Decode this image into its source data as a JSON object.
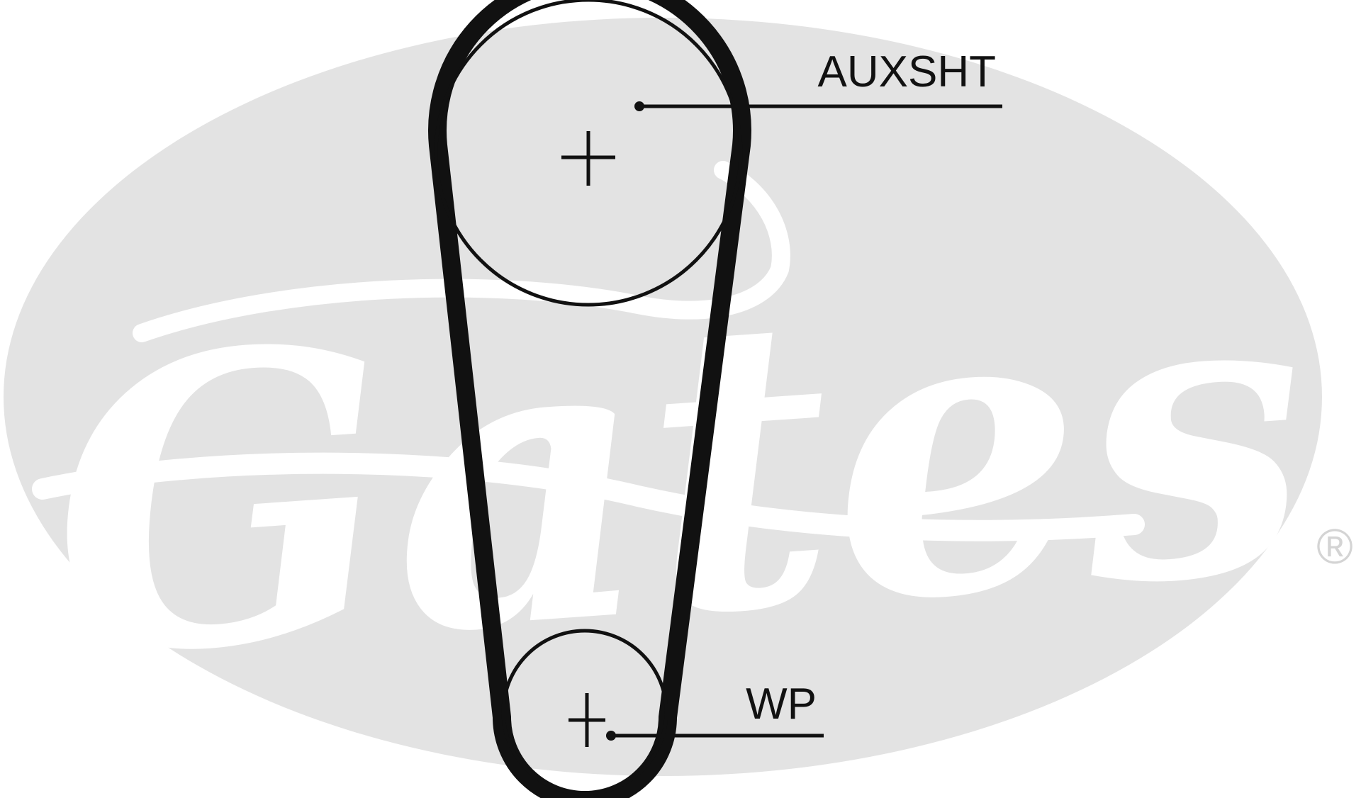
{
  "background_logo": {
    "brand_text": "Gates",
    "registered_mark": "®",
    "oval_color": "#e3e3e3",
    "text_color": "#ffffff"
  },
  "belt_layout": {
    "belt_color": "#111111",
    "pulleys": [
      {
        "id": "auxsht",
        "label": "AUXSHT"
      },
      {
        "id": "wp",
        "label": "WP"
      }
    ]
  }
}
